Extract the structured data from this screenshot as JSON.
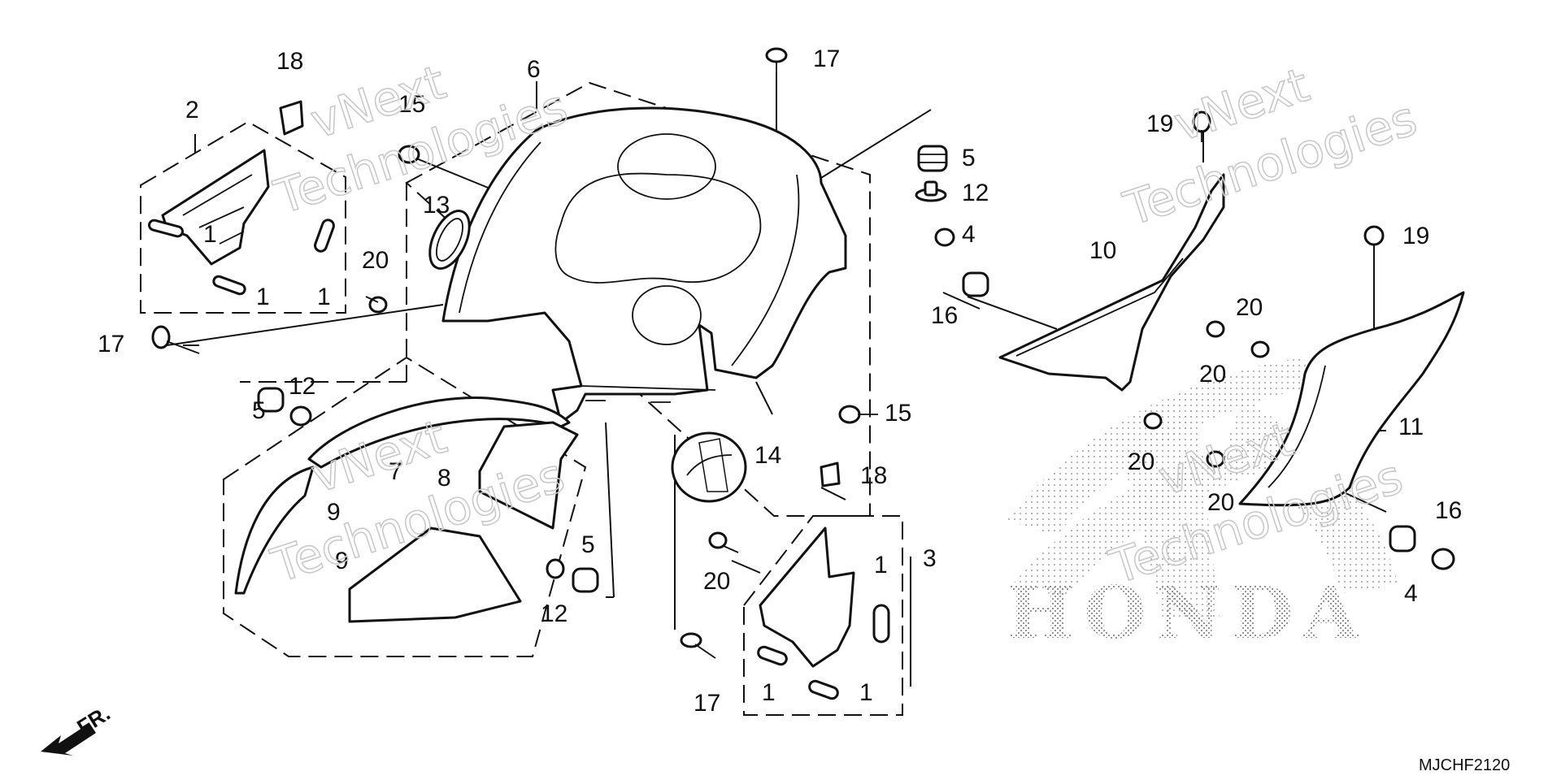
{
  "diagram": {
    "code": "MJCHF2120",
    "front_arrow_label": "FR.",
    "logo_text": "HONDA",
    "watermark": {
      "line1": "vNext",
      "line2": "Technologies"
    },
    "callouts": [
      {
        "id": "c18a",
        "text": "18"
      },
      {
        "id": "c2",
        "text": "2"
      },
      {
        "id": "c15a",
        "text": "15"
      },
      {
        "id": "c6",
        "text": "6"
      },
      {
        "id": "c17a",
        "text": "17"
      },
      {
        "id": "c5a",
        "text": "5"
      },
      {
        "id": "c12a",
        "text": "12"
      },
      {
        "id": "c19a",
        "text": "19"
      },
      {
        "id": "c13",
        "text": "13"
      },
      {
        "id": "c1a",
        "text": "1"
      },
      {
        "id": "c1b",
        "text": "1"
      },
      {
        "id": "c1c",
        "text": "1"
      },
      {
        "id": "c20a",
        "text": "20"
      },
      {
        "id": "c4a",
        "text": "4"
      },
      {
        "id": "c10",
        "text": "10"
      },
      {
        "id": "c19b",
        "text": "19"
      },
      {
        "id": "c16a",
        "text": "16"
      },
      {
        "id": "c17b",
        "text": "17"
      },
      {
        "id": "c20b",
        "text": "20"
      },
      {
        "id": "c20c",
        "text": "20"
      },
      {
        "id": "c12b",
        "text": "12"
      },
      {
        "id": "c5b",
        "text": "5"
      },
      {
        "id": "c15b",
        "text": "15"
      },
      {
        "id": "c11",
        "text": "11"
      },
      {
        "id": "c7",
        "text": "7"
      },
      {
        "id": "c14",
        "text": "14"
      },
      {
        "id": "c8",
        "text": "8"
      },
      {
        "id": "c18b",
        "text": "18"
      },
      {
        "id": "c20d",
        "text": "20"
      },
      {
        "id": "c9a",
        "text": "9"
      },
      {
        "id": "c9b",
        "text": "9"
      },
      {
        "id": "c5c",
        "text": "5"
      },
      {
        "id": "c3",
        "text": "3"
      },
      {
        "id": "c1d",
        "text": "1"
      },
      {
        "id": "c20e",
        "text": "20"
      },
      {
        "id": "c20f",
        "text": "20"
      },
      {
        "id": "c16b",
        "text": "16"
      },
      {
        "id": "c12c",
        "text": "12"
      },
      {
        "id": "c17c",
        "text": "17"
      },
      {
        "id": "c1e",
        "text": "1"
      },
      {
        "id": "c1f",
        "text": "1"
      },
      {
        "id": "c4b",
        "text": "4"
      }
    ]
  }
}
